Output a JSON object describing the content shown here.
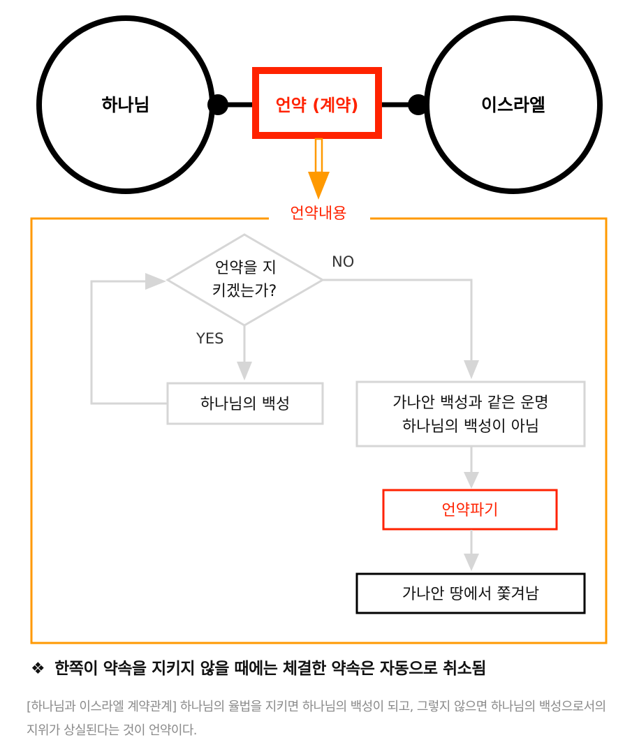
{
  "diagram": {
    "left_node": "하나님",
    "right_node": "이스라엘",
    "center_node": "언약 (계약)",
    "content_label": "언약내용",
    "decision_line1": "언약을 지",
    "decision_line2": "키겠는가?",
    "no_label": "NO",
    "yes_label": "YES",
    "yes_result": "하나님의 백성",
    "no_result_line1": "가나안 백성과 같은 운명",
    "no_result_line2": "하나님의 백성이 아님",
    "breach": "언약파기",
    "outcome": "가나안 땅에서 쫓겨남"
  },
  "heading": {
    "bullet": "❖",
    "text": "한쪽이 약속을 지키지 않을 때에는 체결한 약속은 자동으로 취소됨"
  },
  "caption": "[하나님과 이스라엘 계약관계] 하나님의 율법을 지키면 하나님의 백성이 되고, 그렇지 않으면 하나님의 백성으로서의 지위가 상실된다는 것이 언약이다.",
  "colors": {
    "red": "#ff2200",
    "orange": "#ff9900",
    "gray": "#d6d6d6",
    "black": "#000000"
  }
}
